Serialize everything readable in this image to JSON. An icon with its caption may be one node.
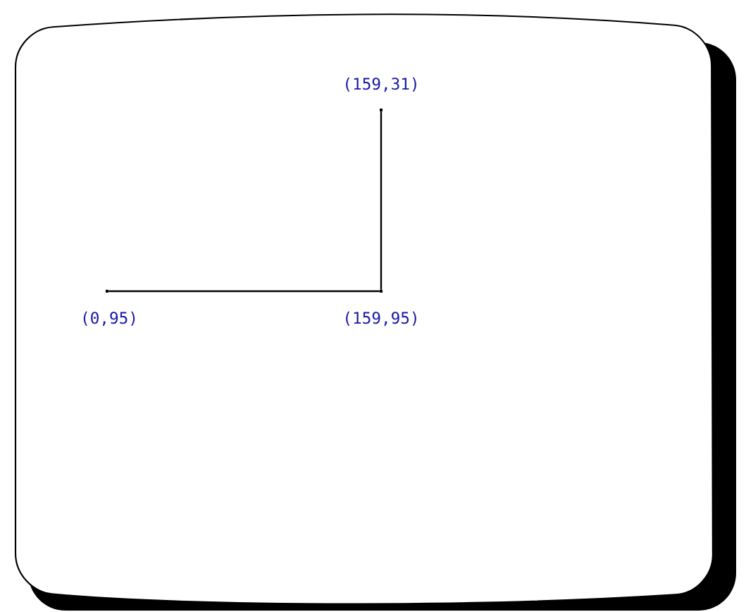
{
  "diagram": {
    "nodes": [
      {
        "text": [],
        "shape": "dot",
        "beside": [
          "(0,95)"
        ]
      },
      {
        "text": [],
        "shape": "dot",
        "beside": [
          "(159,95)"
        ]
      },
      {
        "text": [],
        "shape": "dot",
        "beside": [
          "(159,31)"
        ]
      }
    ],
    "edges": [
      {
        "from": 0,
        "to": 1,
        "arrow": "none"
      },
      {
        "from": 1,
        "to": 2,
        "arrow": "none"
      }
    ]
  }
}
